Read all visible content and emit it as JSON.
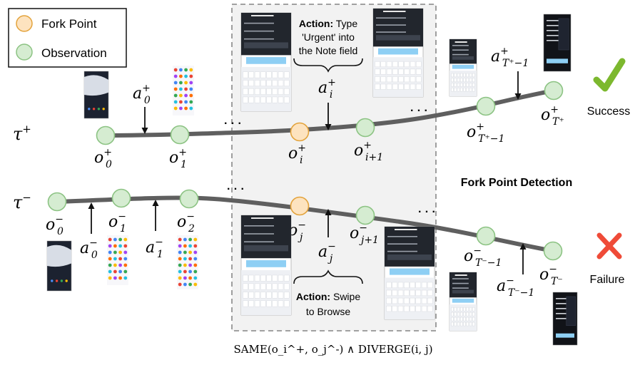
{
  "legend": {
    "fork_label": "Fork Point",
    "observation_label": "Observation"
  },
  "colors": {
    "fork_fill": "#fde3bf",
    "fork_stroke": "#e3a33c",
    "obs_fill": "#d5ecd1",
    "obs_stroke": "#8cc383",
    "track": "#5f5f5f",
    "box_fill": "#f2f2f2",
    "success_check": "#7cb82e",
    "failure_x": "#ef4b38"
  },
  "trajectories": {
    "positive_symbol": "τ+",
    "negative_symbol": "τ−"
  },
  "top_action": {
    "heading": "Action:",
    "lines": [
      "Type",
      "'Urgent' into",
      "the Note field"
    ]
  },
  "bottom_action": {
    "heading": "Action:",
    "lines": [
      "Swipe",
      "to Browse"
    ]
  },
  "center_label": "Fork Point Detection",
  "outcomes": {
    "success": "Success",
    "failure": "Failure"
  },
  "formula": "SAME(o_i^+, o_j^-) ∧ DIVERGE(i, j)",
  "dots": "· · ·",
  "pos_obs": [
    {
      "base": "o",
      "sup": "+",
      "sub": "0"
    },
    {
      "base": "o",
      "sup": "+",
      "sub": "1"
    },
    {
      "base": "o",
      "sup": "+",
      "sub": "i"
    },
    {
      "base": "o",
      "sup": "+",
      "sub": "i+1"
    },
    {
      "base": "o",
      "sup": "+",
      "sub": "T⁺−1"
    },
    {
      "base": "o",
      "sup": "+",
      "sub": "T⁺"
    }
  ],
  "pos_actions": [
    {
      "base": "a",
      "sup": "+",
      "sub": "0"
    },
    {
      "base": "a",
      "sup": "+",
      "sub": "i"
    },
    {
      "base": "a",
      "sup": "+",
      "sub": "T⁺−1"
    }
  ],
  "neg_obs": [
    {
      "base": "o",
      "sup": "−",
      "sub": "0"
    },
    {
      "base": "o",
      "sup": "−",
      "sub": "1"
    },
    {
      "base": "o",
      "sup": "−",
      "sub": "2"
    },
    {
      "base": "o",
      "sup": "−",
      "sub": "j"
    },
    {
      "base": "o",
      "sup": "−",
      "sub": "j+1"
    },
    {
      "base": "o",
      "sup": "−",
      "sub": "T⁻−1"
    },
    {
      "base": "o",
      "sup": "−",
      "sub": "T⁻"
    }
  ],
  "neg_actions": [
    {
      "base": "a",
      "sup": "−",
      "sub": "0"
    },
    {
      "base": "a",
      "sup": "−",
      "sub": "1"
    },
    {
      "base": "a",
      "sup": "−",
      "sub": "j"
    },
    {
      "base": "a",
      "sup": "−",
      "sub": "T⁻−1"
    }
  ],
  "screens": [
    {
      "kind": "home"
    },
    {
      "kind": "apps"
    },
    {
      "kind": "form"
    },
    {
      "kind": "form"
    },
    {
      "kind": "form"
    },
    {
      "kind": "dark"
    },
    {
      "kind": "home"
    },
    {
      "kind": "apps"
    },
    {
      "kind": "apps"
    },
    {
      "kind": "form"
    },
    {
      "kind": "form"
    },
    {
      "kind": "form"
    },
    {
      "kind": "dark"
    }
  ]
}
